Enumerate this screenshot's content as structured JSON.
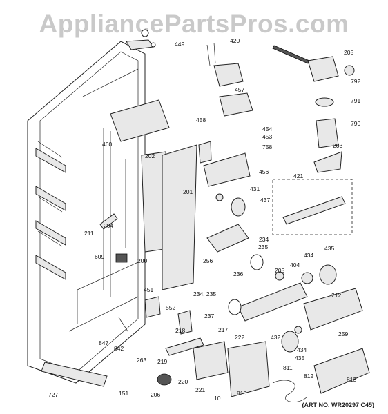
{
  "watermark": "AppliancePartsPros.com",
  "art_number": "(ART NO. WR20297 C45)",
  "callouts": [
    "449",
    "420",
    "205",
    "792",
    "791",
    "790",
    "457",
    "454",
    "453",
    "758",
    "460",
    "458",
    "203",
    "202",
    "456",
    "421",
    "431",
    "437",
    "201",
    "204",
    "211",
    "234",
    "235",
    "435",
    "609",
    "256",
    "404",
    "434",
    "236",
    "200",
    "205",
    "212",
    "451",
    "552",
    "234, 235",
    "237",
    "217",
    "259",
    "847",
    "218",
    "432",
    "222",
    "842",
    "263",
    "219",
    "434",
    "435",
    "811",
    "220",
    "206",
    "221",
    "812",
    "813",
    "727",
    "151",
    "10",
    "810"
  ]
}
